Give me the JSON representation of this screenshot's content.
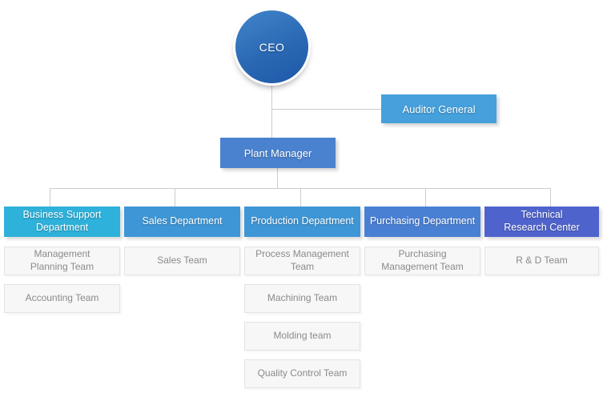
{
  "org_chart": {
    "ceo": "CEO",
    "auditor_general": "Auditor General",
    "plant_manager": "Plant Manager",
    "departments": [
      {
        "id": "business-support",
        "label": "Business Support\nDepartment",
        "color": "#2eb1da",
        "teams": [
          "Management\nPlanning Team",
          "Accounting Team"
        ]
      },
      {
        "id": "sales",
        "label": "Sales Department",
        "color": "#3e96d6",
        "teams": [
          "Sales Team"
        ]
      },
      {
        "id": "production",
        "label": "Production Department",
        "color": "#3e96d6",
        "teams": [
          "Process Management\nTeam",
          "Machining Team",
          "Molding team",
          "Quality Control Team"
        ]
      },
      {
        "id": "purchasing",
        "label": "Purchasing Department",
        "color": "#4a80d4",
        "teams": [
          "Purchasing\nManagement Team"
        ]
      },
      {
        "id": "technical-research",
        "label": "Technical\nResearch Center",
        "color": "#4f63cc",
        "teams": [
          "R & D Team"
        ]
      }
    ],
    "colors": {
      "ceo_gradient_start": "#4286cb",
      "ceo_gradient_end": "#1d58a7",
      "auditor_general": "#45a0dc",
      "plant_manager": "#4a82cf",
      "connector": "#cccccc",
      "team_background": "#f7f7f7",
      "team_border": "#e3e3e3",
      "team_text": "#8a8a8a"
    }
  }
}
